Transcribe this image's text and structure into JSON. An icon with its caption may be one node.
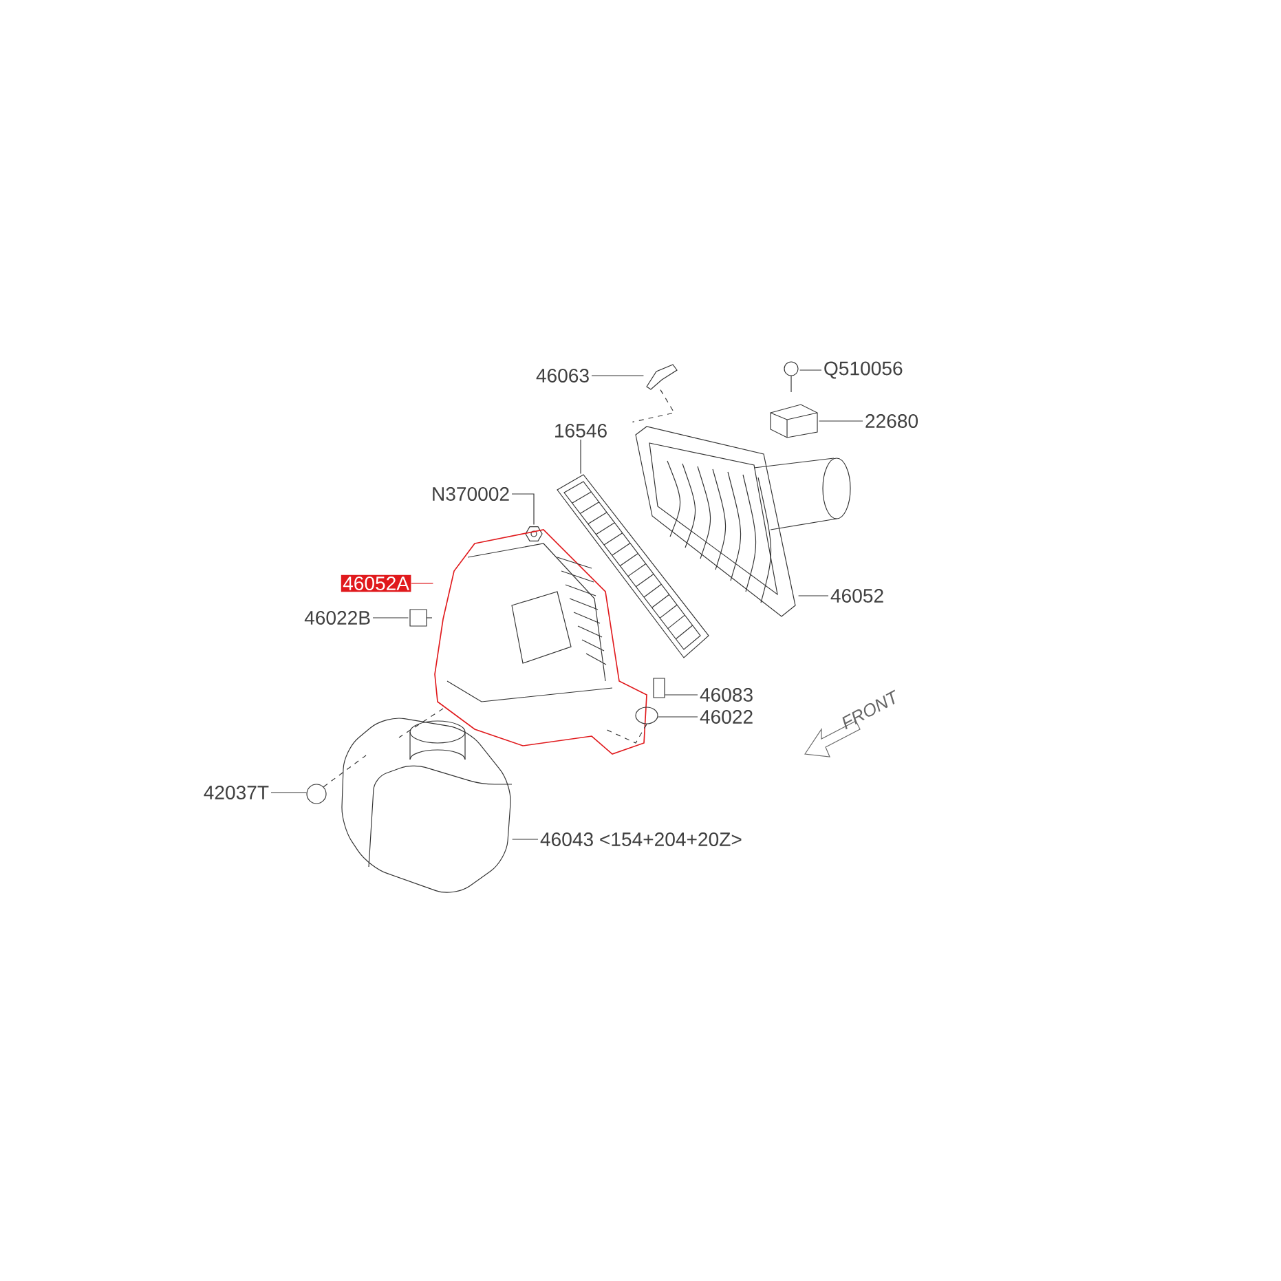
{
  "diagram": {
    "nodes": [
      {
        "text": [
          "46063"
        ]
      },
      {
        "text": [
          "Q510056"
        ]
      },
      {
        "text": [
          "22680"
        ]
      },
      {
        "text": [
          "16546"
        ]
      },
      {
        "text": [
          "N370002"
        ]
      },
      {
        "text": [
          "46052A"
        ]
      },
      {
        "text": [
          "46022B"
        ]
      },
      {
        "text": [
          "46052"
        ]
      },
      {
        "text": [
          "46083"
        ]
      },
      {
        "text": [
          "46022"
        ]
      },
      {
        "text": [
          "42037T"
        ]
      },
      {
        "text": [
          "46043 <154+204+20Z>"
        ]
      },
      {
        "text": [],
        "shape": "picture"
      },
      {
        "text": [],
        "shape": "picture"
      },
      {
        "text": [],
        "shape": "picture"
      },
      {
        "text": [],
        "shape": "picture"
      },
      {
        "text": [],
        "shape": "picture"
      },
      {
        "text": [],
        "shape": "picture"
      },
      {
        "text": [],
        "shape": "picture"
      },
      {
        "text": [],
        "shape": "picture"
      },
      {
        "text": [],
        "shape": "box"
      },
      {
        "text": [],
        "shape": "circle"
      },
      {
        "text": [],
        "shape": "picture"
      },
      {
        "text": [],
        "shape": "circle"
      }
    ],
    "edges": [
      {
        "from": 0,
        "to": 12,
        "arrow": "none"
      },
      {
        "from": 1,
        "to": 13,
        "arrow": "none"
      },
      {
        "from": 2,
        "to": 14,
        "arrow": "none"
      },
      {
        "from": 3,
        "to": 15,
        "arrow": "none"
      },
      {
        "from": 4,
        "to": 16,
        "arrow": "none"
      },
      {
        "from": 5,
        "to": 17,
        "arrow": "none",
        "color": "#e0191c"
      },
      {
        "from": 6,
        "to": 18,
        "arrow": "none"
      },
      {
        "from": 7,
        "to": 19,
        "arrow": "none"
      },
      {
        "from": 8,
        "to": 20,
        "arrow": "none"
      },
      {
        "from": 9,
        "to": 21,
        "arrow": "none"
      },
      {
        "from": 10,
        "to": 23,
        "arrow": "none"
      },
      {
        "from": 11,
        "to": 22,
        "arrow": "none"
      },
      {
        "from": 12,
        "to": 19,
        "arrow": "none",
        "style": "dashed"
      },
      {
        "from": 17,
        "to": 21,
        "arrow": "none",
        "style": "dashed"
      },
      {
        "from": 17,
        "to": 22,
        "arrow": "none",
        "style": "dashed"
      },
      {
        "from": 23,
        "to": 22,
        "arrow": "none",
        "style": "dashed"
      }
    ],
    "labels": [
      "FRONT"
    ]
  }
}
